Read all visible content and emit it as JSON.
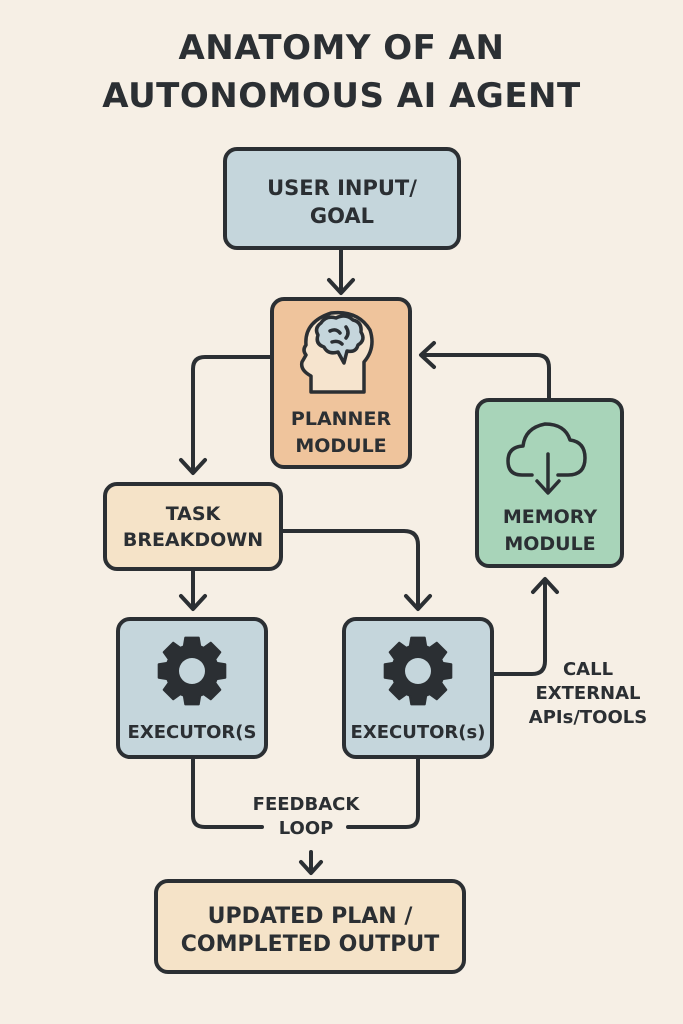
{
  "title": {
    "line1": "ANATOMY OF AN",
    "line2": "AUTONOMOUS AI AGENT"
  },
  "colors": {
    "background": "#f6efe5",
    "stroke": "#2b2f33",
    "user_input": "#c5d6dc",
    "planner": "#efc49c",
    "memory": "#a8d4b9",
    "task": "#f5e3c8",
    "executor": "#c5d6dc",
    "output": "#f5e3c8"
  },
  "nodes": {
    "user_input": {
      "line1": "USER INPUT/",
      "line2": "GOAL"
    },
    "planner": {
      "line1": "PLANNER",
      "line2": "MODULE",
      "icon": "brain-head-icon"
    },
    "memory": {
      "line1": "MEMORY",
      "line2": "MODULE",
      "icon": "cloud-download-icon"
    },
    "task": {
      "line1": "TASK",
      "line2": "BREAKDOWN"
    },
    "executor_left": {
      "label": "EXECUTOR(S",
      "icon": "gear-icon"
    },
    "executor_right": {
      "label": "EXECUTOR(s)",
      "icon": "gear-icon"
    },
    "output": {
      "line1": "UPDATED PLAN /",
      "line2": "COMPLETED OUTPUT"
    }
  },
  "edge_labels": {
    "external": [
      "CALL",
      "EXTERNAL",
      "APIs/TOOLS"
    ],
    "feedback": [
      "FEEDBACK",
      "LOOP"
    ]
  }
}
